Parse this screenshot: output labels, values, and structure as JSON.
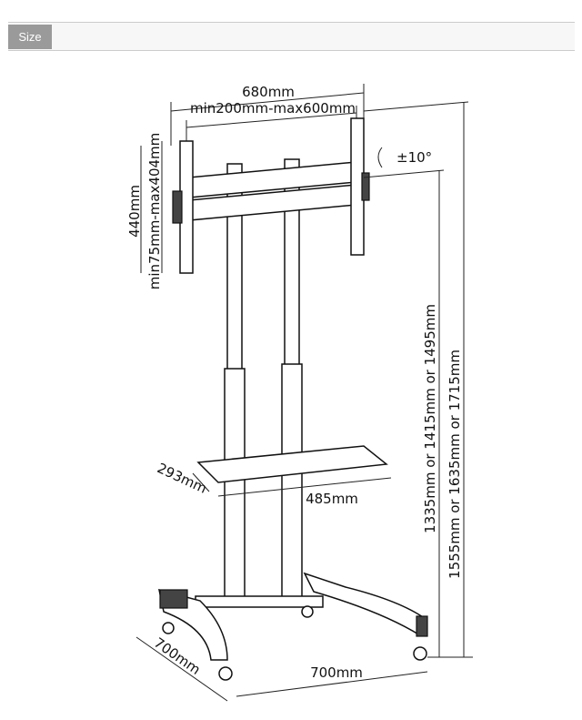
{
  "header": {
    "tab_label": "Size"
  },
  "diagram": {
    "width_overall": "680mm",
    "vesa_horizontal": "min200mm-max600mm",
    "bracket_height": "440mm",
    "vesa_vertical": "min75mm-max404mm",
    "tilt": "±10°",
    "shelf_height": "1335mm or 1415mm or 1495mm",
    "total_height": "1555mm or 1635mm or 1715mm",
    "shelf_depth": "293mm",
    "shelf_width": "485mm",
    "base_depth": "700mm",
    "base_width": "700mm"
  }
}
